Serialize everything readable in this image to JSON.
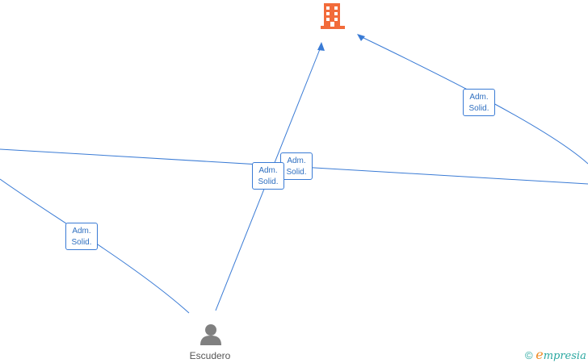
{
  "colors": {
    "edge": "#3a7bd5",
    "company_icon": "#f26b3a",
    "person_icon": "#808080",
    "brand_teal": "#2aa8a0",
    "brand_orange": "#f08a24"
  },
  "nodes": {
    "company": {
      "icon": "building-icon"
    },
    "person": {
      "icon": "person-icon",
      "label": "Escudero"
    }
  },
  "edges": [
    {
      "role_line1": "Adm.",
      "role_line2": "Solid."
    },
    {
      "role_line1": "Adm.",
      "role_line2": "Solid."
    },
    {
      "role_line1": "Adm.",
      "role_line2": "Solid."
    },
    {
      "role_line1": "Adm.",
      "role_line2": "Solid."
    }
  ],
  "brand": {
    "copyright": "©",
    "name_initial": "e",
    "name_rest": "mpresia"
  }
}
